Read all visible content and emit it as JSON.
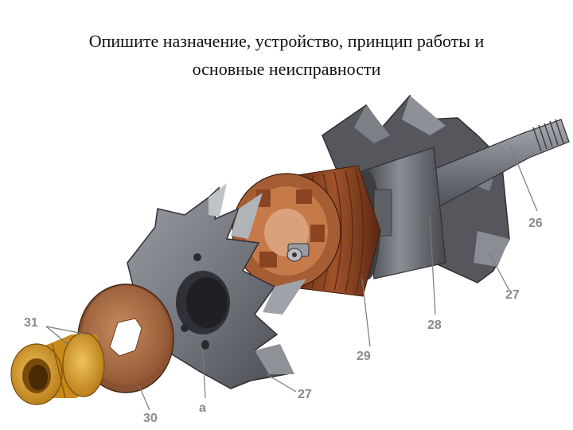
{
  "title": {
    "line1": "Опишите назначение, устройство, принцип работы и",
    "line2": "основные неисправности"
  },
  "callouts": {
    "c26": "26",
    "c27a": "27",
    "c28": "28",
    "c29": "29",
    "c27b": "27",
    "c30": "30",
    "c31": "31",
    "ca": "a"
  },
  "colors": {
    "steel_dark": "#4a4c52",
    "steel_mid": "#74777e",
    "steel_light": "#a7aab0",
    "copper": "#7a3a1c",
    "copper_light": "#b4623a",
    "bronze_ring": "#d59a2c",
    "label_gray": "#8a8a8a"
  }
}
